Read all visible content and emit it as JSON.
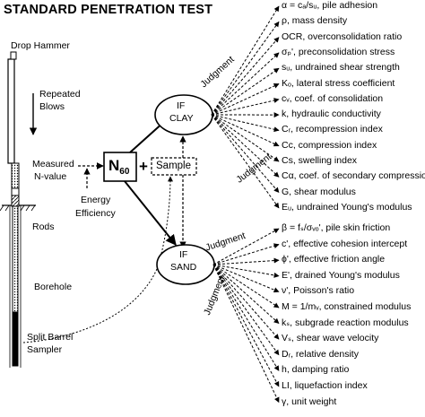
{
  "title": "STANDARD PENETRATION TEST",
  "equipment": {
    "drop_hammer": "Drop Hammer",
    "repeated_blows_1": "Repeated",
    "repeated_blows_2": "Blows",
    "measured_1": "Measured",
    "measured_2": "N-value",
    "rods": "Rods",
    "borehole": "Borehole",
    "split_barrel_1": "Split Barrel",
    "split_barrel_2": "Sampler",
    "energy_1": "Energy",
    "energy_2": "Efficiency"
  },
  "center": {
    "n60": "N",
    "n60_sub": "60",
    "plus": "+",
    "sample": "Sample"
  },
  "clay": {
    "if": "IF",
    "name": "CLAY",
    "judgment_top": "Judgment",
    "judgment_bottom": "Judgment",
    "properties": [
      "α = cₐ/sᵤ, pile adhesion",
      "ρ, mass density",
      "OCR, overconsolidation ratio",
      "σₚ', preconsolidation stress",
      "sᵤ, undrained shear strength",
      "Kₒ, lateral stress coefficient",
      "cᵥ, coef. of consolidation",
      "k, hydraulic conductivity",
      "Cᵣ, recompression index",
      "Cc, compression index",
      "Cs, swelling index",
      "Cα, coef. of secondary compression",
      "G, shear modulus",
      "Eᵤ, undrained Young's modulus"
    ]
  },
  "sand": {
    "if": "IF",
    "name": "SAND",
    "judgment_top": "Judgment",
    "judgment_bottom": "Judgment",
    "properties": [
      "β = fₛ/σᵥₒ', pile skin friction",
      "c', effective cohesion intercept",
      "ϕ', effective friction angle",
      "E', drained Young's modulus",
      "ν', Poisson's ratio",
      "M = 1/mᵥ, constrained modulus",
      "kₛ, subgrade reaction modulus",
      "Vₛ, shear wave velocity",
      "Dᵣ, relative density",
      "h, damping ratio",
      "LI, liquefaction index",
      "γ, unit weight"
    ]
  }
}
